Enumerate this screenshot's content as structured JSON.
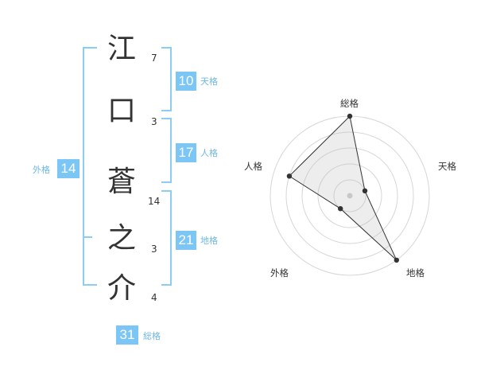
{
  "characters": [
    {
      "char": "江",
      "strokes": "7"
    },
    {
      "char": "口",
      "strokes": "3"
    },
    {
      "char": "蒼",
      "strokes": "14"
    },
    {
      "char": "之",
      "strokes": "3"
    },
    {
      "char": "介",
      "strokes": "4"
    }
  ],
  "fortunes": {
    "tenkaku": {
      "value": "10",
      "label": "天格"
    },
    "jinkaku": {
      "value": "17",
      "label": "人格"
    },
    "chikaku": {
      "value": "21",
      "label": "地格"
    },
    "gaikaku": {
      "value": "14",
      "label": "外格"
    },
    "soukaku": {
      "value": "31",
      "label": "総格"
    }
  },
  "colors": {
    "accent": "#7cc6f6",
    "bracket": "#8ccdf4",
    "accent_text": "#6cb8e6"
  },
  "chart_data": {
    "type": "radar",
    "axes": [
      "総格",
      "天格",
      "地格",
      "外格",
      "人格"
    ],
    "values": [
      5,
      1,
      5,
      1,
      4
    ],
    "range": [
      0,
      5
    ],
    "rings": 5,
    "grid": true
  }
}
